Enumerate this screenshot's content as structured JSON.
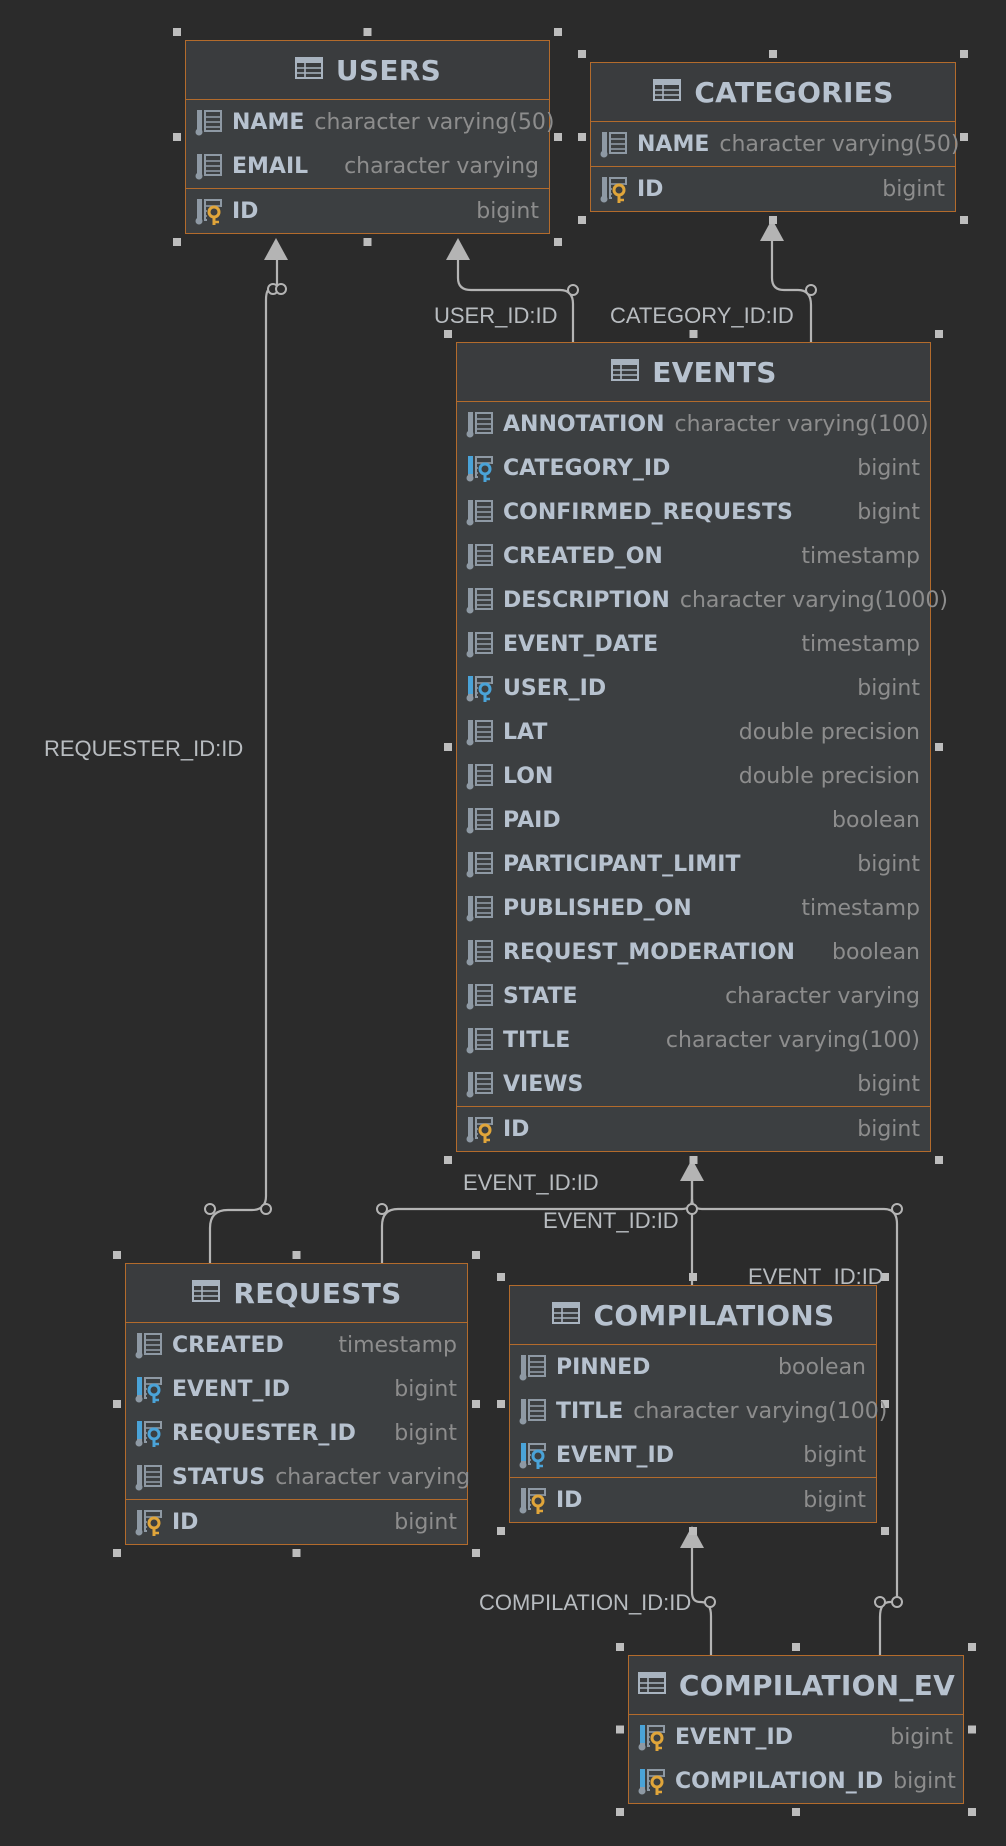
{
  "tables": {
    "users": {
      "name": "USERS",
      "columns": [
        {
          "name": "NAME",
          "type": "character varying(50)",
          "kind": "column"
        },
        {
          "name": "EMAIL",
          "type": "character varying",
          "kind": "column"
        }
      ],
      "pk": [
        {
          "name": "ID",
          "type": "bigint",
          "kind": "pk"
        }
      ]
    },
    "categories": {
      "name": "CATEGORIES",
      "columns": [
        {
          "name": "NAME",
          "type": "character varying(50)",
          "kind": "column"
        }
      ],
      "pk": [
        {
          "name": "ID",
          "type": "bigint",
          "kind": "pk"
        }
      ]
    },
    "events": {
      "name": "EVENTS",
      "columns": [
        {
          "name": "ANNOTATION",
          "type": "character varying(100)",
          "kind": "column"
        },
        {
          "name": "CATEGORY_ID",
          "type": "bigint",
          "kind": "fk"
        },
        {
          "name": "CONFIRMED_REQUESTS",
          "type": "bigint",
          "kind": "column"
        },
        {
          "name": "CREATED_ON",
          "type": "timestamp",
          "kind": "column"
        },
        {
          "name": "DESCRIPTION",
          "type": "character varying(1000)",
          "kind": "column"
        },
        {
          "name": "EVENT_DATE",
          "type": "timestamp",
          "kind": "column"
        },
        {
          "name": "USER_ID",
          "type": "bigint",
          "kind": "fk"
        },
        {
          "name": "LAT",
          "type": "double precision",
          "kind": "column"
        },
        {
          "name": "LON",
          "type": "double precision",
          "kind": "column"
        },
        {
          "name": "PAID",
          "type": "boolean",
          "kind": "column"
        },
        {
          "name": "PARTICIPANT_LIMIT",
          "type": "bigint",
          "kind": "column"
        },
        {
          "name": "PUBLISHED_ON",
          "type": "timestamp",
          "kind": "column"
        },
        {
          "name": "REQUEST_MODERATION",
          "type": "boolean",
          "kind": "column"
        },
        {
          "name": "STATE",
          "type": "character varying",
          "kind": "column"
        },
        {
          "name": "TITLE",
          "type": "character varying(100)",
          "kind": "column"
        },
        {
          "name": "VIEWS",
          "type": "bigint",
          "kind": "column"
        }
      ],
      "pk": [
        {
          "name": "ID",
          "type": "bigint",
          "kind": "pk"
        }
      ]
    },
    "requests": {
      "name": "REQUESTS",
      "columns": [
        {
          "name": "CREATED",
          "type": "timestamp",
          "kind": "column"
        },
        {
          "name": "EVENT_ID",
          "type": "bigint",
          "kind": "fk"
        },
        {
          "name": "REQUESTER_ID",
          "type": "bigint",
          "kind": "fk"
        },
        {
          "name": "STATUS",
          "type": "character varying",
          "kind": "column"
        }
      ],
      "pk": [
        {
          "name": "ID",
          "type": "bigint",
          "kind": "pk"
        }
      ]
    },
    "compilations": {
      "name": "COMPILATIONS",
      "columns": [
        {
          "name": "PINNED",
          "type": "boolean",
          "kind": "column"
        },
        {
          "name": "TITLE",
          "type": "character varying(100)",
          "kind": "column"
        },
        {
          "name": "EVENT_ID",
          "type": "bigint",
          "kind": "fk"
        }
      ],
      "pk": [
        {
          "name": "ID",
          "type": "bigint",
          "kind": "pk"
        }
      ]
    },
    "compilation_ev": {
      "name": "COMPILATION_EV",
      "columns": [
        {
          "name": "EVENT_ID",
          "type": "bigint",
          "kind": "pkfk"
        },
        {
          "name": "COMPILATION_ID",
          "type": "bigint",
          "kind": "pkfk"
        }
      ],
      "pk": []
    }
  },
  "relations": {
    "requester": "REQUESTER_ID:ID",
    "user": "USER_ID:ID",
    "category": "CATEGORY_ID:ID",
    "req_event": "EVENT_ID:ID",
    "comp_event": "EVENT_ID:ID",
    "cev_event": "EVENT_ID:ID",
    "cev_comp": "COMPILATION_ID:ID"
  },
  "colors": {
    "background": "#2b2b2b",
    "table_fill": "#3c3f41",
    "table_border": "#b36b2c",
    "column_name": "#b7c2cf",
    "column_type": "#8d8d8d",
    "connector": "#b4b4b4",
    "key_gold": "#e0a53a",
    "key_blue": "#4aa3d8"
  }
}
